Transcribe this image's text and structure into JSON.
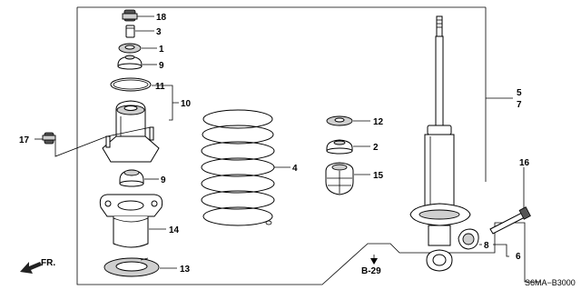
{
  "callouts": {
    "p18": "18",
    "p3": "3",
    "p1": "1",
    "p9a": "9",
    "p11": "11",
    "p10": "10",
    "p17": "17",
    "p9b": "9",
    "p14": "14",
    "p13": "13",
    "p4": "4",
    "p12": "12",
    "p2": "2",
    "p15": "15",
    "p5": "5",
    "p7": "7",
    "p16": "16",
    "p8": "8",
    "p6": "6"
  },
  "reference": "B-29",
  "front_label": "FR.",
  "diagram_code": "S6MA−B3000"
}
